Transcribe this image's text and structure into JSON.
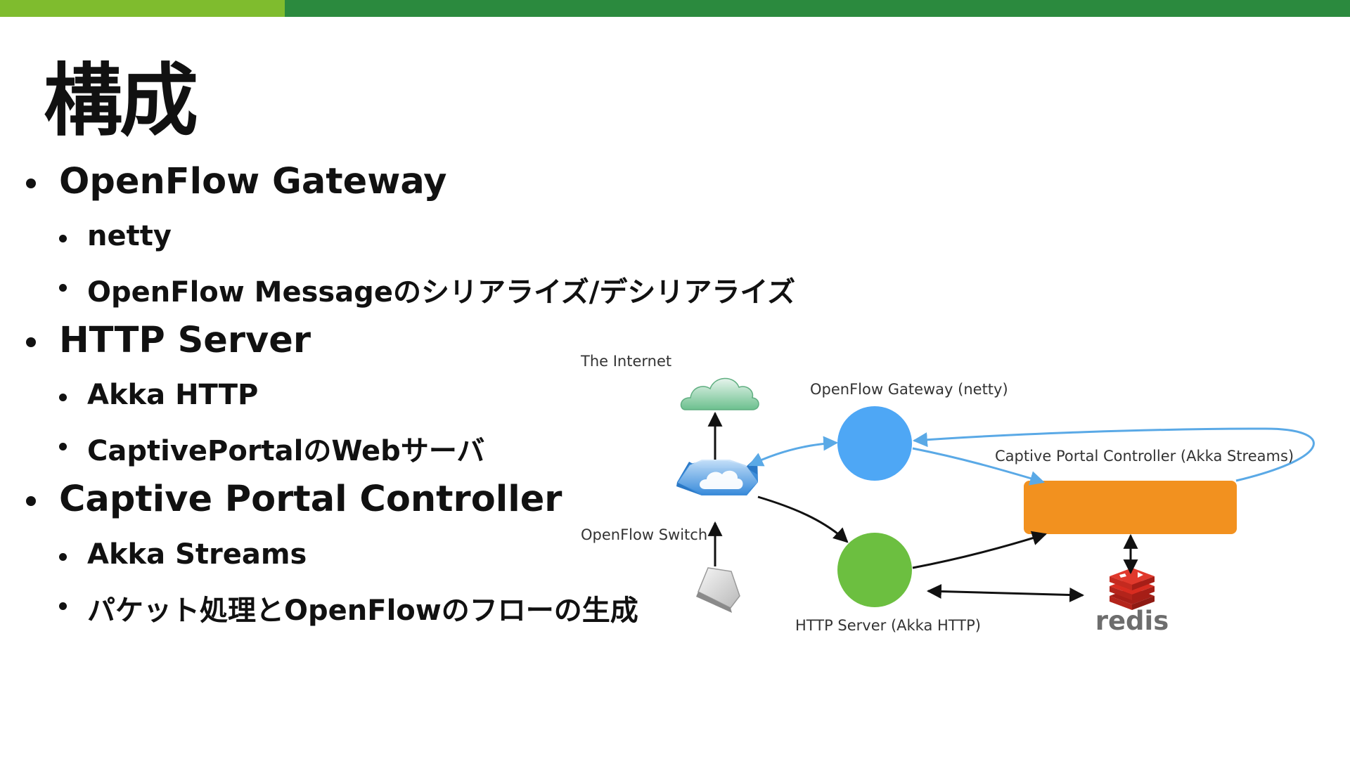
{
  "slide": {
    "title": "構成",
    "colors": {
      "accent_light": "#7fbc2e",
      "accent_dark": "#2b8a3e"
    }
  },
  "bullets": [
    {
      "text": "OpenFlow Gateway",
      "children": [
        "netty",
        "OpenFlow Messageのシリアライズ/デシリアライズ"
      ]
    },
    {
      "text": "HTTP Server",
      "children": [
        "Akka HTTP",
        "CaptivePortalのWebサーバ"
      ]
    },
    {
      "text": "Captive Portal Controller",
      "children": [
        "Akka Streams",
        "パケット処理とOpenFlowのフローの生成"
      ]
    }
  ],
  "diagram": {
    "labels": {
      "internet": "The Internet",
      "gateway": "OpenFlow Gateway (netty)",
      "controller": "Captive Portal Controller (Akka Streams)",
      "switch": "OpenFlow Switch",
      "http_server": "HTTP Server (Akka HTTP)",
      "redis": "redis"
    },
    "icons": [
      "cloud-icon",
      "openflow-switch-icon",
      "laptop-icon",
      "redis-icon"
    ],
    "colors": {
      "gateway": "#4ea7f5",
      "http_server": "#6cbf40",
      "controller": "#f2911f",
      "blue_arrow": "#5aa9e6",
      "black_arrow": "#111111",
      "redis": "#d82c20"
    }
  }
}
